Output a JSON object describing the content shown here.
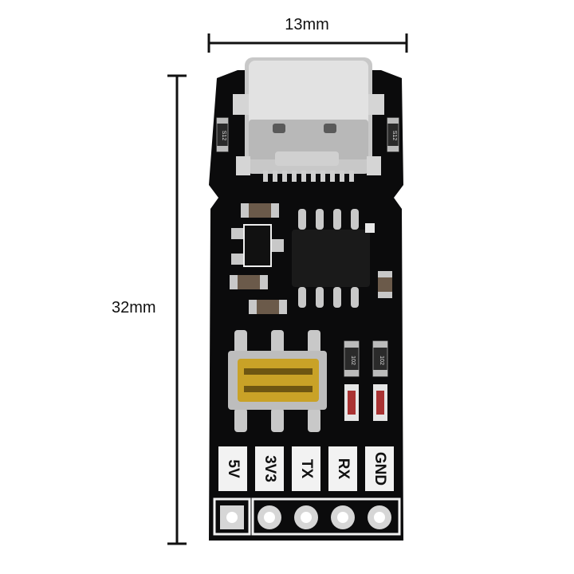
{
  "dimensions": {
    "width": "13mm",
    "height": "32mm"
  },
  "board": {
    "silkscreen_left": "S12",
    "silkscreen_right": "S12",
    "resistor_code": "102"
  },
  "pins": [
    {
      "label": "5V"
    },
    {
      "label": "3V3"
    },
    {
      "label": "TX"
    },
    {
      "label": "RX"
    },
    {
      "label": "GND"
    }
  ],
  "colors": {
    "pcb": "#0b0b0c",
    "silkscreen": "#f2f2f2",
    "pad": "#d6d6d6",
    "switch": "#c9a227"
  }
}
